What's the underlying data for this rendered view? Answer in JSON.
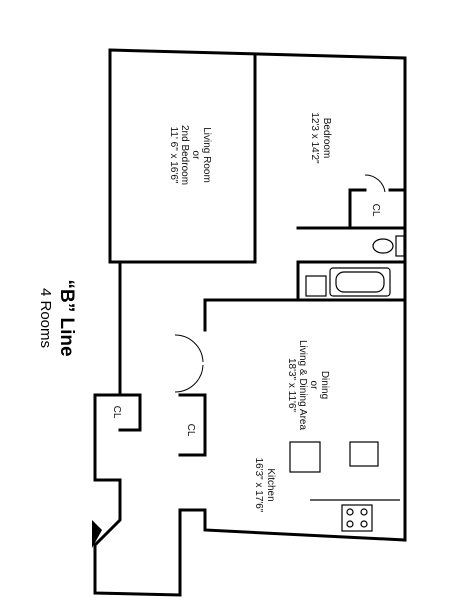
{
  "plan": {
    "title": "“B” Line",
    "subtitle": "4 Rooms",
    "closet_label": "CL",
    "rooms": {
      "bedroom": {
        "name": "Bedroom",
        "size": "12'3 x 14'2\""
      },
      "living": {
        "line1": "Living Room",
        "line2": "or",
        "line3": "2nd Bedroom",
        "size": "11' 6\" x 16'6\""
      },
      "dining": {
        "line1": "Dining",
        "line2": "or",
        "line3": "Living & Dining Area",
        "size": "18'3\" x 11'6\""
      },
      "kitchen": {
        "name": "Kitchen",
        "size": "16'3\" x 17'6\""
      }
    }
  }
}
